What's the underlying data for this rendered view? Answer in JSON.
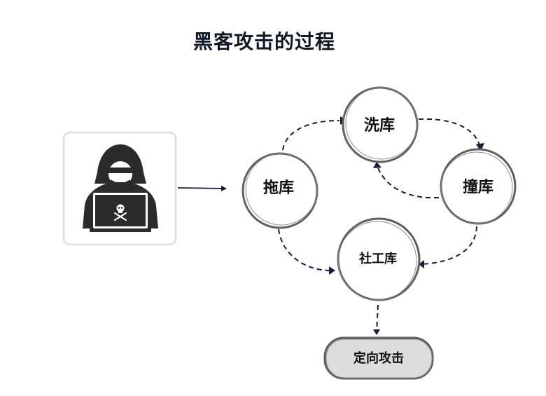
{
  "title": "黑客攻击的过程",
  "nodes": {
    "tuoku": "拖库",
    "xiku": "洗库",
    "zhuangku": "撞库",
    "shegongku": "社工库",
    "target": "定向攻击"
  },
  "icons": {
    "hacker": "hacker-with-laptop-icon",
    "laptop_logo": "skull-crossbones-icon"
  },
  "colors": {
    "stroke": "#5f5f5f",
    "arrow": "#1a1a3a",
    "icon": "#2b2b2b",
    "card_border": "#e2e2e2",
    "pill_fill": "#dcdcdc"
  }
}
